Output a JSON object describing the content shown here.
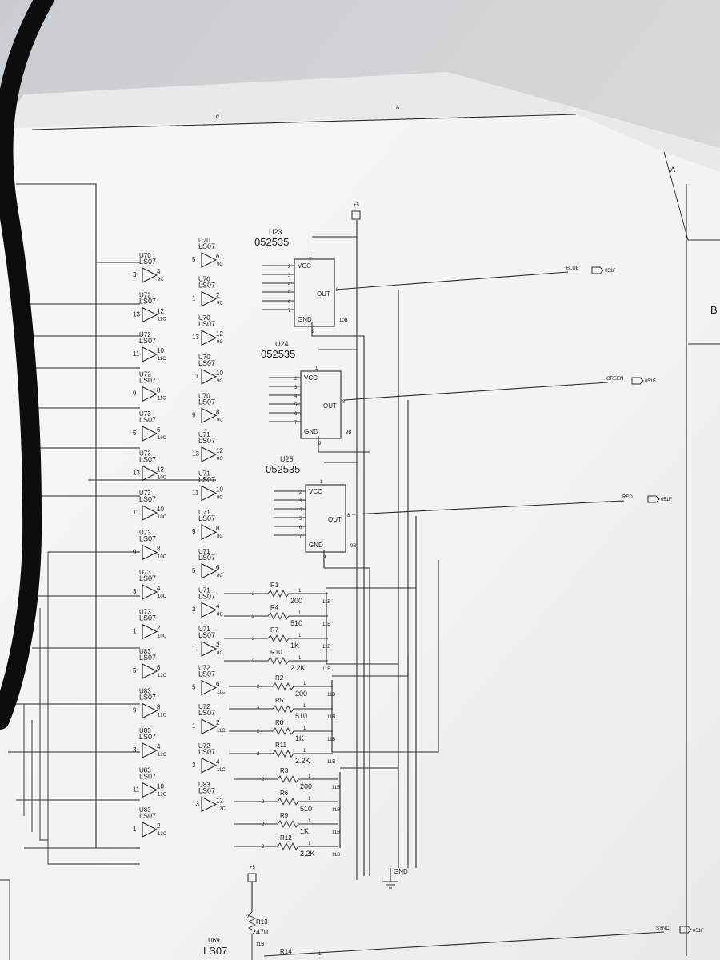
{
  "schematic": {
    "chips": [
      {
        "ref": "U23",
        "part": "052535",
        "pins_in": [
          "2",
          "3",
          "4",
          "5",
          "6",
          "7"
        ],
        "vcc_pin": "1",
        "gnd_pin": "9",
        "out_pin": "8",
        "vcc": "VCC",
        "gnd": "GND",
        "out": "OUT",
        "loc": "10B"
      },
      {
        "ref": "U24",
        "part": "052535",
        "pins_in": [
          "2",
          "3",
          "4",
          "5",
          "6",
          "7"
        ],
        "vcc_pin": "1",
        "gnd_pin": "9",
        "out_pin": "8",
        "vcc": "VCC",
        "gnd": "GND",
        "out": "OUT",
        "loc": "9B"
      },
      {
        "ref": "U25",
        "part": "052535",
        "pins_in": [
          "2",
          "3",
          "4",
          "5",
          "6",
          "7"
        ],
        "vcc_pin": "1",
        "gnd_pin": "9",
        "out_pin": "8",
        "vcc": "VCC",
        "gnd": "GND",
        "out": "OUT",
        "loc": "9B"
      }
    ],
    "outputs": [
      {
        "label": "BLUE",
        "ref": "051F"
      },
      {
        "label": "GREEN",
        "ref": "051F"
      },
      {
        "label": "RED",
        "ref": "051F"
      },
      {
        "label": "SYNC",
        "ref": "051F"
      }
    ],
    "buffers_left": [
      {
        "ref": "U70",
        "type": "LS07",
        "pin_in": "3",
        "pin_out": "4",
        "loc": "9C"
      },
      {
        "ref": "U72",
        "type": "LS07",
        "pin_in": "13",
        "pin_out": "12",
        "loc": "11C"
      },
      {
        "ref": "U72",
        "type": "LS07",
        "pin_in": "11",
        "pin_out": "10",
        "loc": "11C"
      },
      {
        "ref": "U72",
        "type": "LS07",
        "pin_in": "9",
        "pin_out": "8",
        "loc": "11C"
      },
      {
        "ref": "U73",
        "type": "LS07",
        "pin_in": "5",
        "pin_out": "6",
        "loc": "10C"
      },
      {
        "ref": "U73",
        "type": "LS07",
        "pin_in": "13",
        "pin_out": "12",
        "loc": "10C"
      },
      {
        "ref": "U73",
        "type": "LS07",
        "pin_in": "11",
        "pin_out": "10",
        "loc": "10C"
      },
      {
        "ref": "U73",
        "type": "LS07",
        "pin_in": "9",
        "pin_out": "8",
        "loc": "10C"
      },
      {
        "ref": "U73",
        "type": "LS07",
        "pin_in": "3",
        "pin_out": "4",
        "loc": "10C"
      },
      {
        "ref": "U73",
        "type": "LS07",
        "pin_in": "1",
        "pin_out": "2",
        "loc": "10C"
      },
      {
        "ref": "U83",
        "type": "LS07",
        "pin_in": "5",
        "pin_out": "6",
        "loc": "12C"
      },
      {
        "ref": "U83",
        "type": "LS07",
        "pin_in": "9",
        "pin_out": "8",
        "loc": "12C"
      },
      {
        "ref": "U83",
        "type": "LS07",
        "pin_in": "3",
        "pin_out": "4",
        "loc": "12C"
      },
      {
        "ref": "U83",
        "type": "LS07",
        "pin_in": "11",
        "pin_out": "10",
        "loc": "12C"
      },
      {
        "ref": "U83",
        "type": "LS07",
        "pin_in": "1",
        "pin_out": "2",
        "loc": "12C"
      }
    ],
    "buffers_right": [
      {
        "ref": "U70",
        "type": "LS07",
        "pin_in": "5",
        "pin_out": "6",
        "loc": "9C"
      },
      {
        "ref": "U70",
        "type": "LS07",
        "pin_in": "1",
        "pin_out": "2",
        "loc": "9C"
      },
      {
        "ref": "U70",
        "type": "LS07",
        "pin_in": "13",
        "pin_out": "12",
        "loc": "9C"
      },
      {
        "ref": "U70",
        "type": "LS07",
        "pin_in": "11",
        "pin_out": "10",
        "loc": "9C"
      },
      {
        "ref": "U70",
        "type": "LS07",
        "pin_in": "9",
        "pin_out": "8",
        "loc": "9C"
      },
      {
        "ref": "U71",
        "type": "LS07",
        "pin_in": "13",
        "pin_out": "12",
        "loc": "8C"
      },
      {
        "ref": "U71",
        "type": "LS07",
        "pin_in": "11",
        "pin_out": "10",
        "loc": "8C"
      },
      {
        "ref": "U71",
        "type": "LS07",
        "pin_in": "9",
        "pin_out": "8",
        "loc": "8C"
      },
      {
        "ref": "U71",
        "type": "LS07",
        "pin_in": "5",
        "pin_out": "6",
        "loc": "8C"
      },
      {
        "ref": "U71",
        "type": "LS07",
        "pin_in": "3",
        "pin_out": "4",
        "loc": "8C"
      },
      {
        "ref": "U71",
        "type": "LS07",
        "pin_in": "1",
        "pin_out": "2",
        "loc": "8C"
      },
      {
        "ref": "U72",
        "type": "LS07",
        "pin_in": "5",
        "pin_out": "6",
        "loc": "11C"
      },
      {
        "ref": "U72",
        "type": "LS07",
        "pin_in": "1",
        "pin_out": "2",
        "loc": "11C"
      },
      {
        "ref": "U72",
        "type": "LS07",
        "pin_in": "3",
        "pin_out": "4",
        "loc": "11C"
      },
      {
        "ref": "U83",
        "type": "LS07",
        "pin_in": "13",
        "pin_out": "12",
        "loc": "12C"
      }
    ],
    "resistors": [
      {
        "ref": "R1",
        "value": "200",
        "pin_a": "2",
        "pin_b": "1",
        "loc": "11B"
      },
      {
        "ref": "R4",
        "value": "510",
        "pin_a": "2",
        "pin_b": "1",
        "loc": "11B"
      },
      {
        "ref": "R7",
        "value": "1K",
        "pin_a": "2",
        "pin_b": "1",
        "loc": "11B"
      },
      {
        "ref": "R10",
        "value": "2.2K",
        "pin_a": "2",
        "pin_b": "1",
        "loc": "11B"
      },
      {
        "ref": "R2",
        "value": "200",
        "pin_a": "2",
        "pin_b": "1",
        "loc": "11B"
      },
      {
        "ref": "R5",
        "value": "510",
        "pin_a": "2",
        "pin_b": "1",
        "loc": "11B"
      },
      {
        "ref": "R8",
        "value": "1K",
        "pin_a": "2",
        "pin_b": "1",
        "loc": "11B"
      },
      {
        "ref": "R11",
        "value": "2.2K",
        "pin_a": "2",
        "pin_b": "1",
        "loc": "11B"
      },
      {
        "ref": "R3",
        "value": "200",
        "pin_a": "2",
        "pin_b": "1",
        "loc": "11B"
      },
      {
        "ref": "R6",
        "value": "510",
        "pin_a": "2",
        "pin_b": "1",
        "loc": "11B"
      },
      {
        "ref": "R9",
        "value": "1K",
        "pin_a": "2",
        "pin_b": "1",
        "loc": "11B"
      },
      {
        "ref": "R12",
        "value": "2.2K",
        "pin_a": "2",
        "pin_b": "1",
        "loc": "11B"
      }
    ],
    "power": [
      {
        "label": "+5"
      },
      {
        "label": "+5"
      }
    ],
    "ground_label": "GND",
    "bottom": {
      "r13_ref": "R13",
      "r13_value": "470",
      "r13_pin": "2",
      "r13_loc": "11B",
      "u69_ref": "U69",
      "u69_type": "LS07",
      "r14_ref": "R14",
      "r14_pin": "1"
    },
    "border_letters": {
      "top_a": "A",
      "top_b": "C",
      "right_a": "A",
      "right_b": "B"
    }
  },
  "colors": {
    "paper": "#f4f5f4",
    "ink": "#2a2a2a",
    "desk": "#cfd3d6",
    "cable": "#0d0d0d"
  }
}
